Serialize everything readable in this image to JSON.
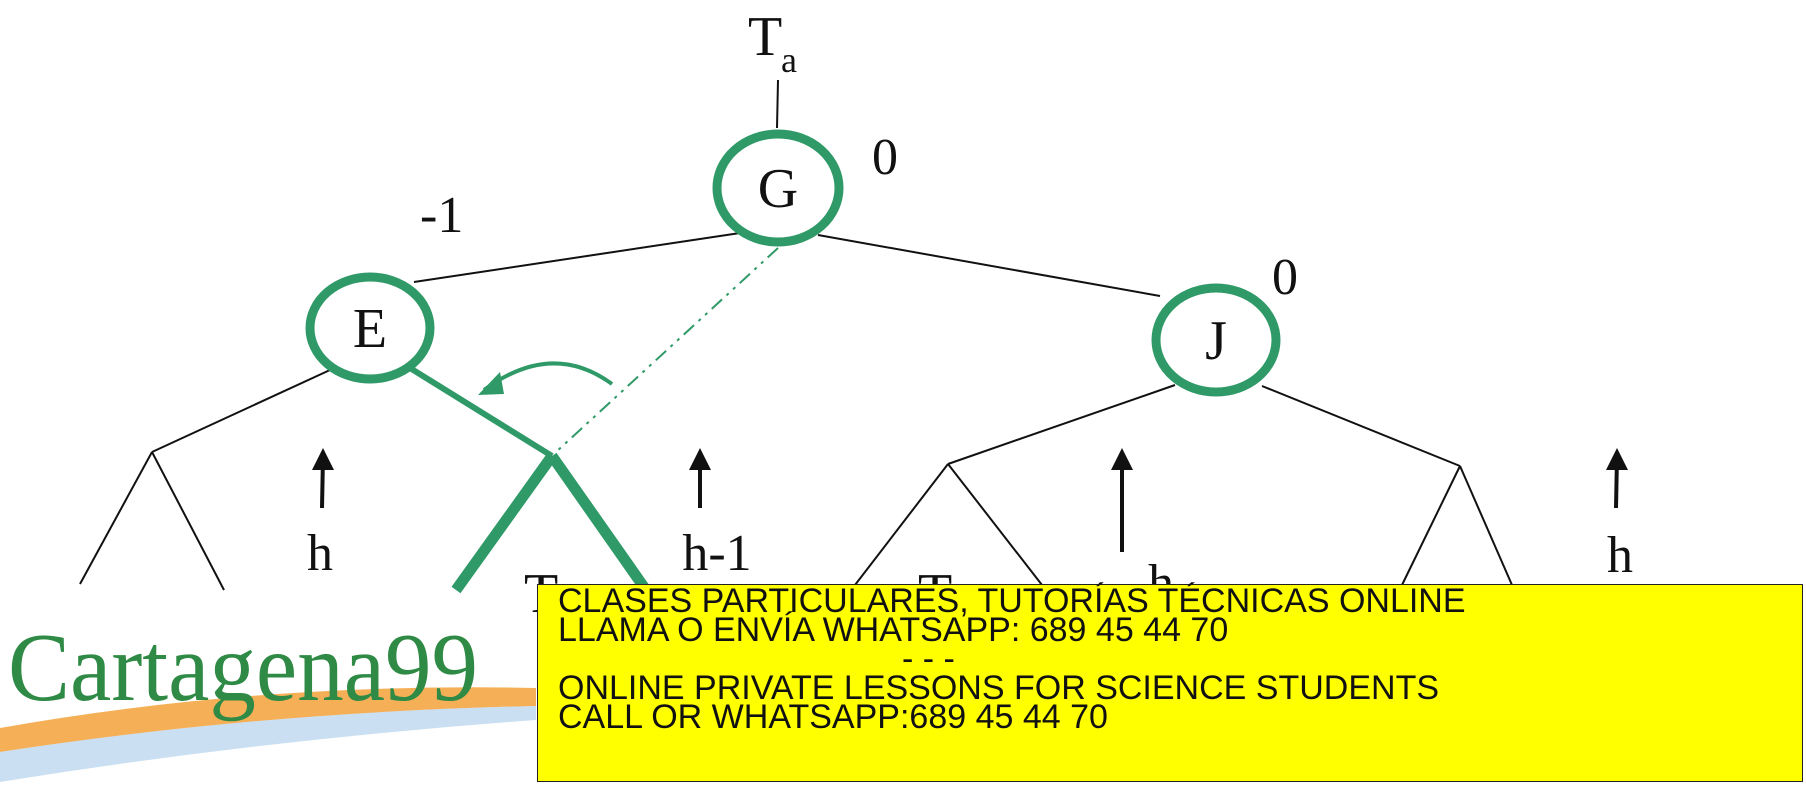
{
  "diagram": {
    "root_label_main": "T",
    "root_label_sub": "a",
    "nodes": {
      "G": {
        "label": "G",
        "balance": "0"
      },
      "E": {
        "label": "E",
        "balance": "-1"
      },
      "J": {
        "label": "J",
        "balance": "0"
      }
    },
    "heights": {
      "e_left": "h",
      "e_right": "h-1",
      "j_left": "h",
      "j_right": "h"
    },
    "partial_labels": {
      "t1": "T",
      "t2": "T"
    },
    "colors": {
      "accent": "#2f9a68",
      "line": "#111111"
    }
  },
  "watermark": {
    "logo_text": "Cartagena99",
    "banner": {
      "line1": "CLASES PARTICULARES, TUTORÍAS TÉCNICAS ONLINE",
      "line2": "LLAMA O ENVÍA WHATSAPP: 689 45 44 70",
      "separator": "- - -",
      "line3": "ONLINE PRIVATE LESSONS FOR SCIENCE STUDENTS",
      "line4": "CALL OR WHATSAPP:689 45 44 70"
    }
  }
}
